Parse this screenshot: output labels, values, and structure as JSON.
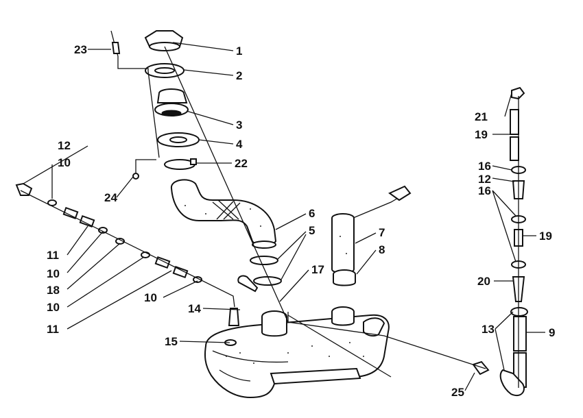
{
  "diagram": {
    "callouts": [
      "1",
      "2",
      "3",
      "4",
      "5",
      "6",
      "7",
      "8",
      "9",
      "10",
      "10",
      "10",
      "10",
      "11",
      "11",
      "12",
      "12",
      "13",
      "14",
      "15",
      "16",
      "16",
      "17",
      "18",
      "19",
      "19",
      "20",
      "21",
      "22",
      "23",
      "24",
      "25"
    ]
  },
  "colors": {
    "ink": "#111111",
    "paper": "#ffffff"
  }
}
